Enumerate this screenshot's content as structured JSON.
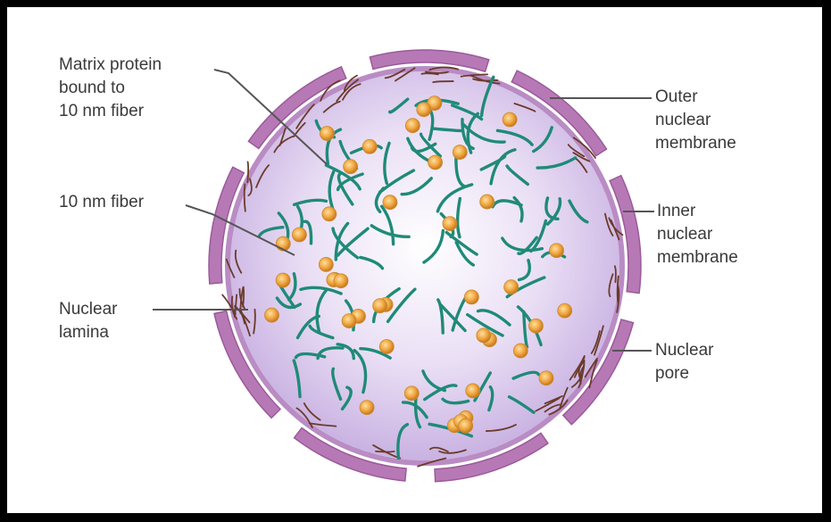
{
  "labels": {
    "matrix_protein": [
      "Matrix protein",
      "bound to",
      "10 nm fiber"
    ],
    "fiber": [
      "10 nm fiber"
    ],
    "lamina": [
      "Nuclear",
      "lamina"
    ],
    "outer_membrane": [
      "Outer",
      "nuclear",
      "membrane"
    ],
    "inner_membrane": [
      "Inner",
      "nuclear",
      "membrane"
    ],
    "pore": [
      "Nuclear",
      "pore"
    ]
  },
  "colors": {
    "background": "#ffffff",
    "frame": "#000000",
    "nucleoplasm": "#d8c8ec",
    "membrane": "#b779b6",
    "membrane_edge": "#9a5a9a",
    "lamina_fibers": "#6b3a2a",
    "chromatin_fiber": "#1f8a78",
    "matrix_protein": "#f0a640",
    "label_text": "#3a3a3a",
    "leader_line": "#555555"
  }
}
